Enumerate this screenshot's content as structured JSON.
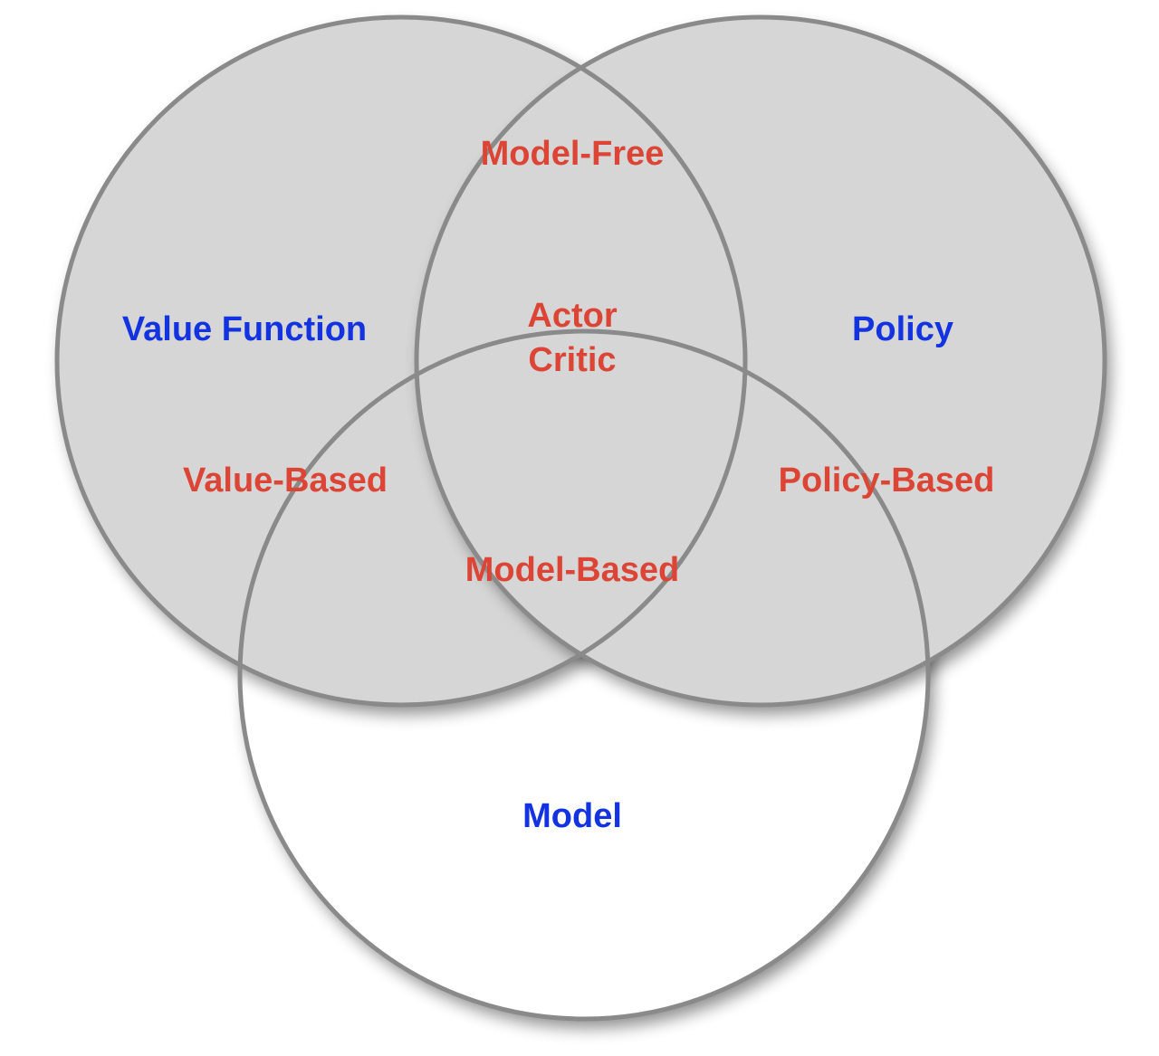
{
  "colors": {
    "circle_fill": "#d6d6d6",
    "circle_stroke": "#8a8a8a",
    "circle_label": "#1433e0",
    "region_label": "#dc4535",
    "background": "#ffffff"
  },
  "circles": {
    "value_function": "Value Function",
    "policy": "Policy",
    "model": "Model"
  },
  "regions": {
    "model_free": "Model-Free",
    "actor_critic_line1": "Actor",
    "actor_critic_line2": "Critic",
    "value_based": "Value-Based",
    "policy_based": "Policy-Based",
    "model_based": "Model-Based"
  }
}
